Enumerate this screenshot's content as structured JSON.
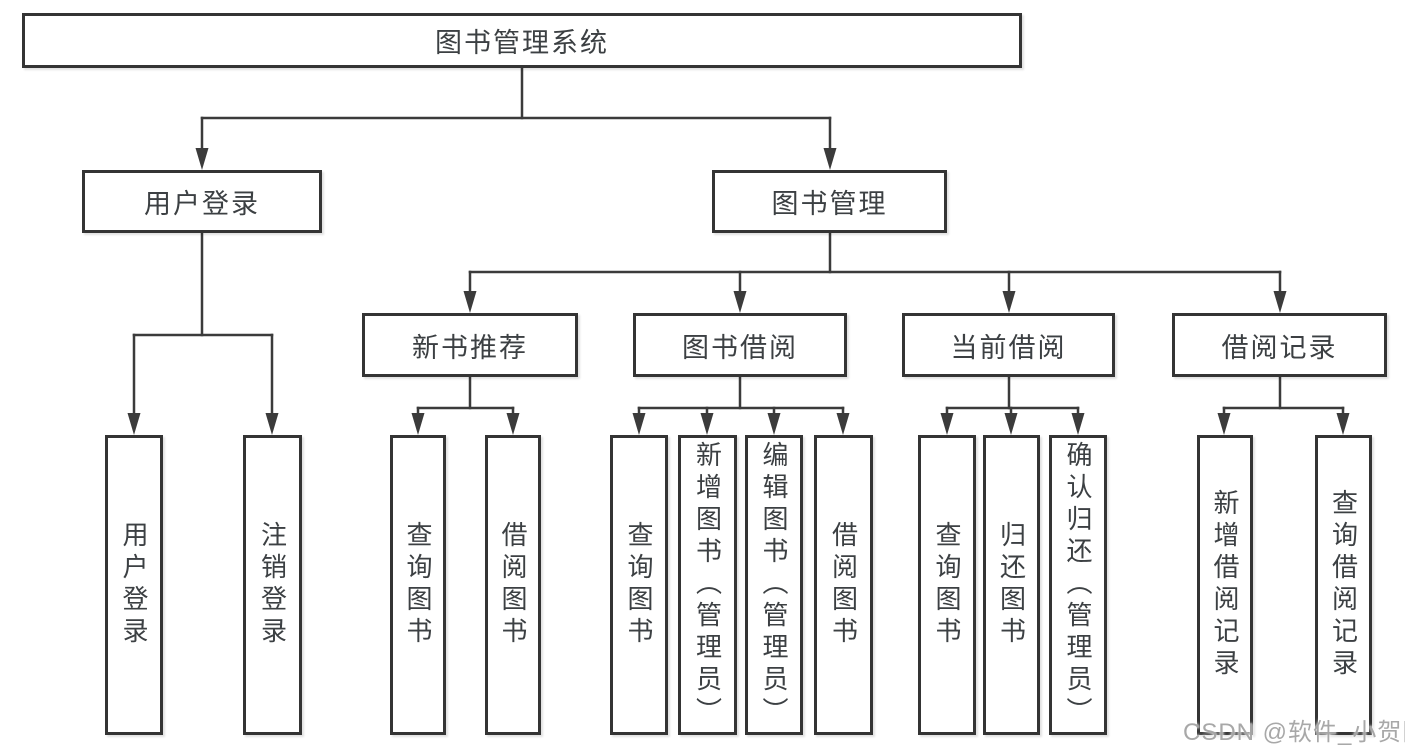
{
  "watermark": "CSDN @软件_小贺同学",
  "tree": {
    "root": "图书管理系统",
    "children": [
      {
        "label": "用户登录",
        "children": [
          "用户登录",
          "注销登录"
        ]
      },
      {
        "label": "图书管理",
        "children": [
          {
            "label": "新书推荐",
            "children": [
              "查询图书",
              "借阅图书"
            ]
          },
          {
            "label": "图书借阅",
            "children": [
              "查询图书",
              "新增图书（管理员）",
              "编辑图书（管理员）",
              "借阅图书"
            ]
          },
          {
            "label": "当前借阅",
            "children": [
              "查询图书",
              "归还图书",
              "确认归还（管理员）"
            ]
          },
          {
            "label": "借阅记录",
            "children": [
              "新增借阅记录",
              "查询借阅记录"
            ]
          }
        ]
      }
    ]
  }
}
